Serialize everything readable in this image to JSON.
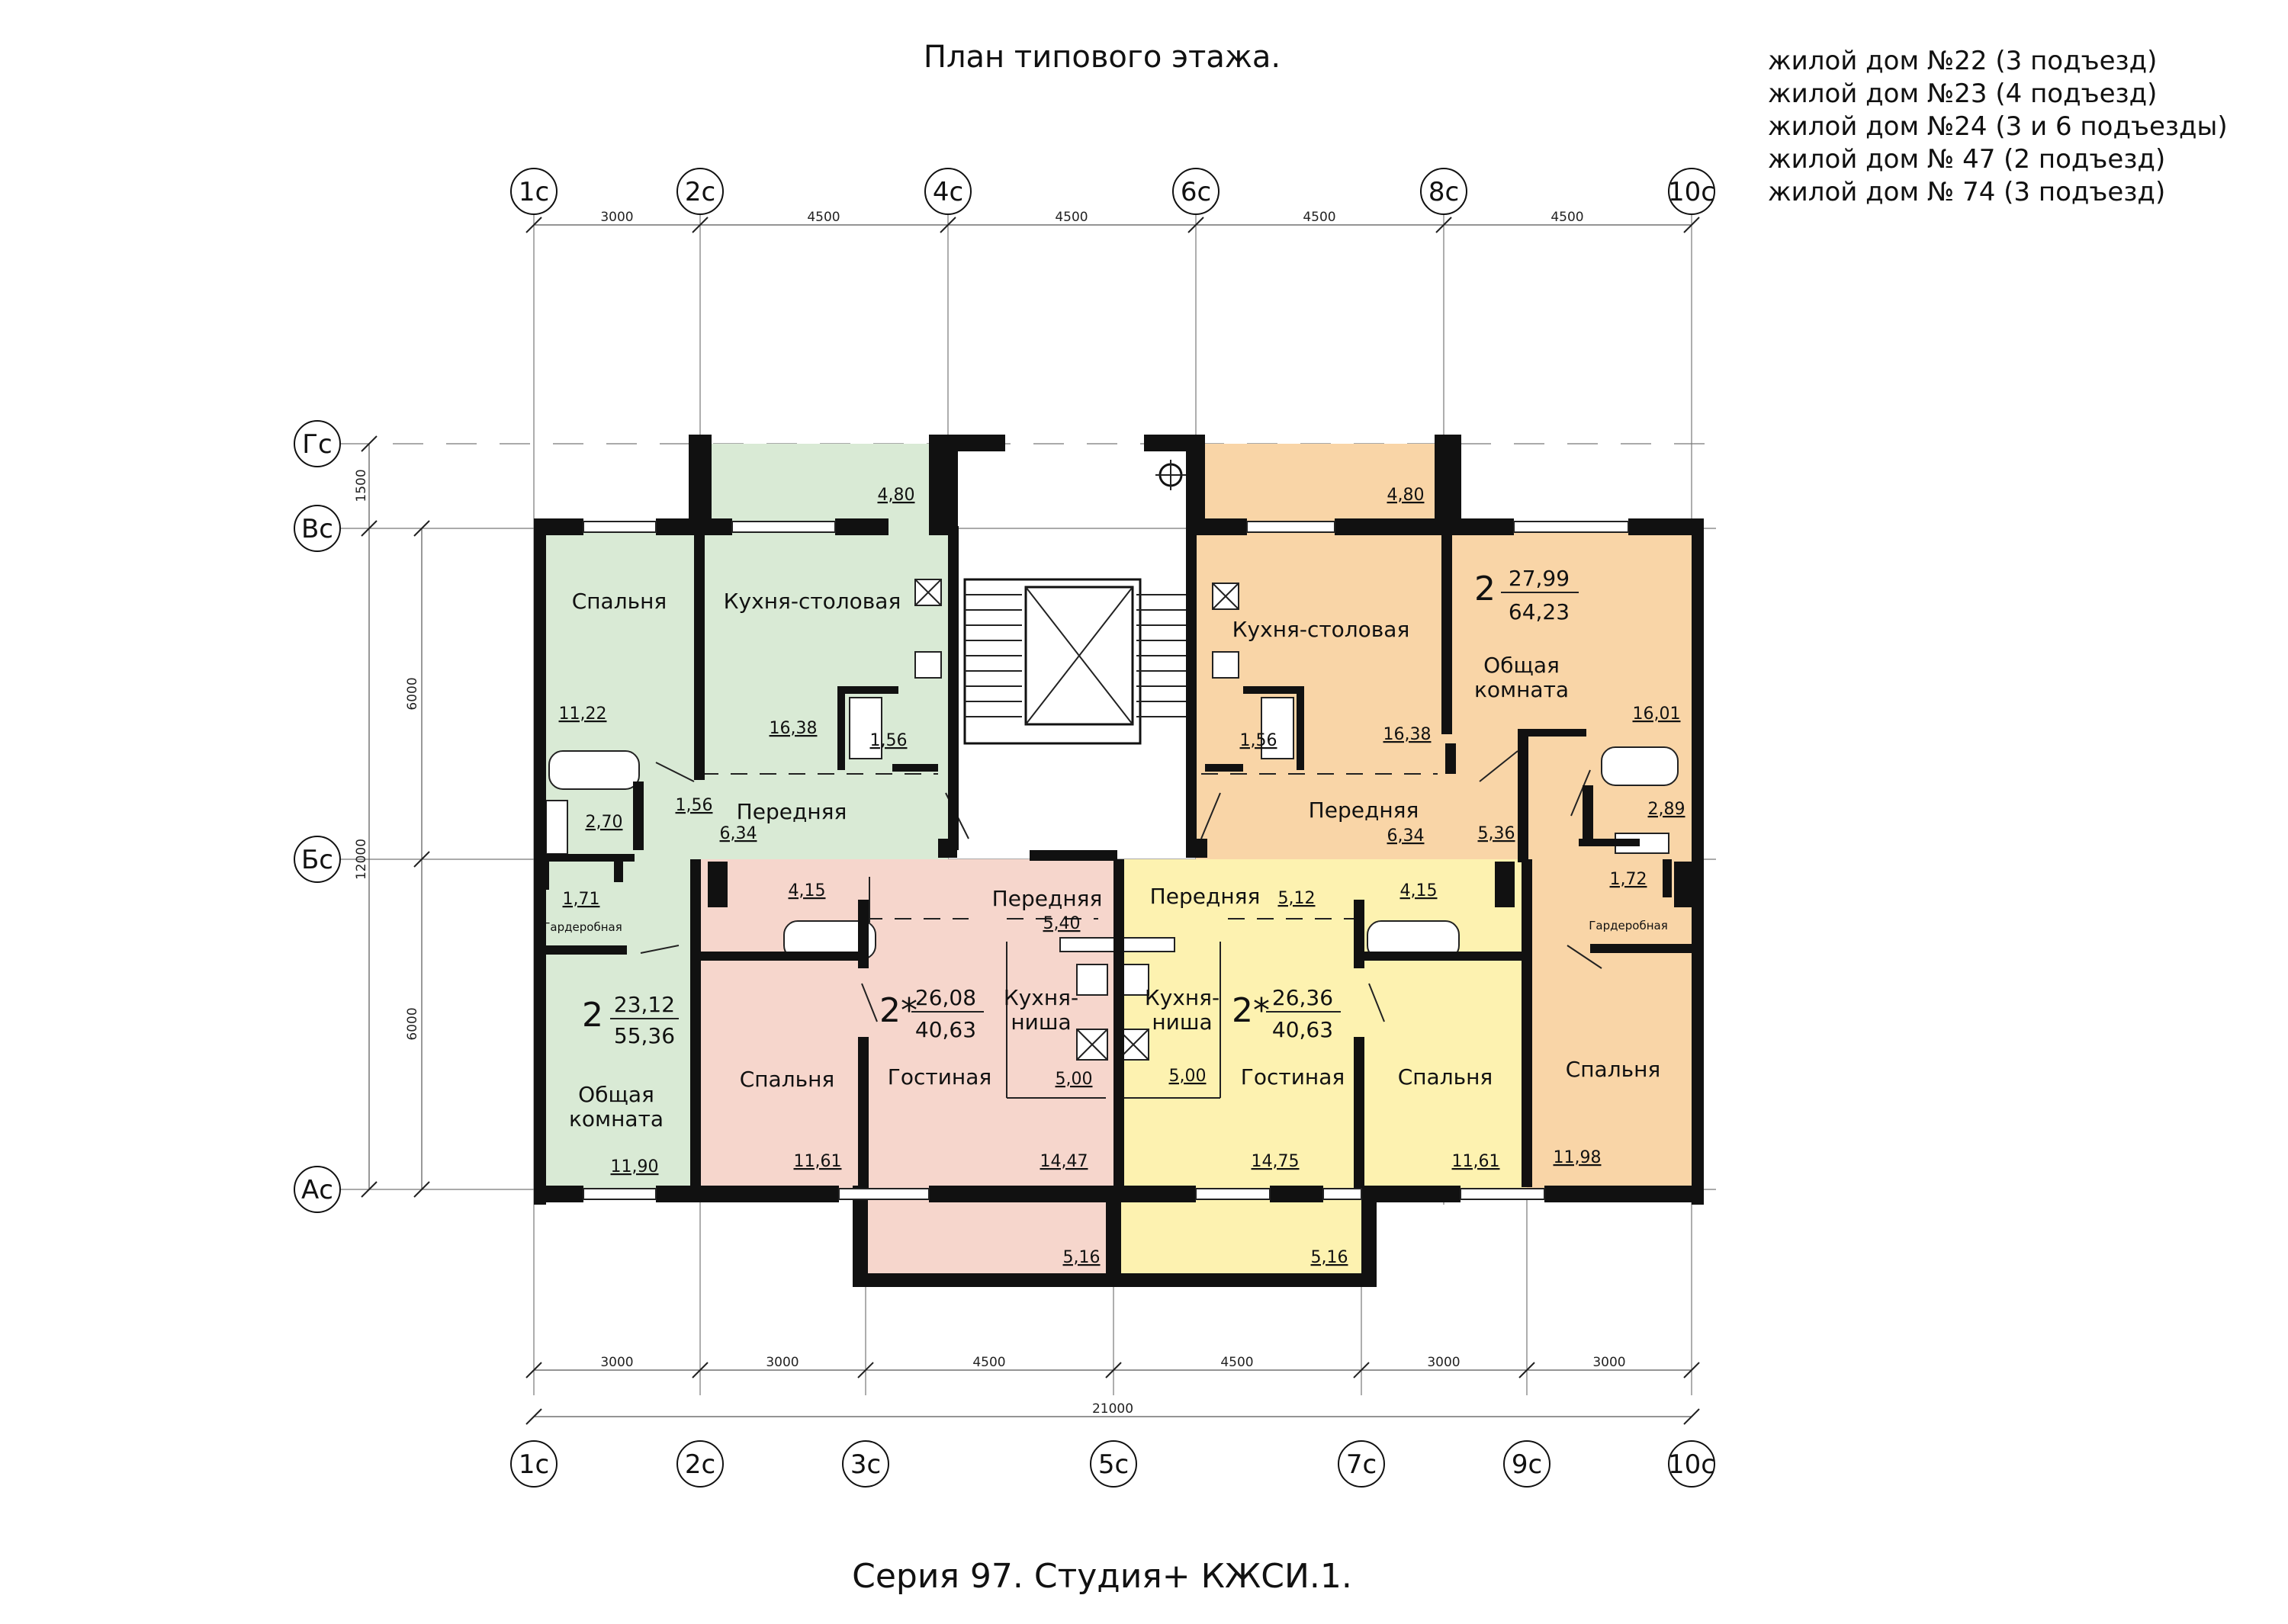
{
  "title": "План типового этажа.",
  "caption": "Серия 97. Студия+ КЖСИ.1.",
  "houses": [
    "жилой дом №22 (3 подъезд)",
    "жилой дом №23 (4 подъезд)",
    "жилой дом №24 (3 и 6 подъезды)",
    "жилой дом № 47 (2 подъезд)",
    "жилой дом № 74 (3 подъезд)"
  ],
  "axes": {
    "top": [
      "1с",
      "2с",
      "4с",
      "6с",
      "8с",
      "10с"
    ],
    "bottom": [
      "1с",
      "2с",
      "3с",
      "5с",
      "7с",
      "9с",
      "10с"
    ],
    "left": [
      "Гс",
      "Вс",
      "Бс",
      "Ас"
    ]
  },
  "dims": {
    "top": [
      "3000",
      "4500",
      "4500",
      "4500",
      "4500"
    ],
    "bottom": [
      "3000",
      "3000",
      "4500",
      "4500",
      "3000",
      "3000"
    ],
    "bottom_total": "21000",
    "left_outer": [
      "1500",
      "6000",
      "6000"
    ],
    "left_total": "12000"
  },
  "colors": {
    "green": "#d9ead5",
    "orange": "#f9d5a7",
    "pink": "#f6d6cc",
    "yellow": "#fdf2b0",
    "wall": "#111111"
  },
  "apartments": {
    "green": {
      "rooms": "2",
      "living": "23,12",
      "total": "55,36"
    },
    "pink": {
      "rooms": "2*",
      "living": "26,08",
      "total": "40,63"
    },
    "yellow": {
      "rooms": "2*",
      "living": "26,36",
      "total": "40,63"
    },
    "orange": {
      "rooms": "2",
      "living": "27,99",
      "total": "64,23"
    }
  },
  "rooms": {
    "green_bedroom": "Спальня",
    "green_kitchen": "Кухня-столовая",
    "green_hall": "Передняя",
    "green_wardrobe": "Гардеробная",
    "green_common": "Общая\nкомната",
    "pink_hall": "Передняя",
    "pink_bedroom": "Спальня",
    "pink_living": "Гостиная",
    "pink_kitchen": "Кухня-\nниша",
    "yellow_hall": "Передняя",
    "yellow_kitchen": "Кухня-\nниша",
    "yellow_living": "Гостиная",
    "yellow_bedroom": "Спальня",
    "orange_kitchen": "Кухня-столовая",
    "orange_common": "Общая\nкомната",
    "orange_hall": "Передняя",
    "orange_wardrobe": "Гардеробная",
    "orange_bedroom": "Спальня"
  },
  "areas": {
    "g_balcony": "4,80",
    "g_bedroom": "11,22",
    "g_kitchen": "16,38",
    "g_wc": "1,56",
    "g_hall_small": "1,56",
    "g_hall": "6,34",
    "g_bath": "2,70",
    "g_wardrobe": "1,71",
    "g_common": "11,90",
    "p_bath": "4,15",
    "p_hall": "5,40",
    "p_bedroom": "11,61",
    "p_kitchen": "5,00",
    "p_living": "14,47",
    "p_balcony": "5,16",
    "y_hall": "5,12",
    "y_bath": "4,15",
    "y_kitchen": "5,00",
    "y_living": "14,75",
    "y_bedroom": "11,61",
    "y_balcony": "5,16",
    "o_balcony": "4,80",
    "o_wc": "1,56",
    "o_kitchen": "16,38",
    "o_common": "16,01",
    "o_hall": "6,34",
    "o_hall2": "5,36",
    "o_bath": "2,89",
    "o_wardrobe": "1,72",
    "o_bedroom": "11,98"
  }
}
